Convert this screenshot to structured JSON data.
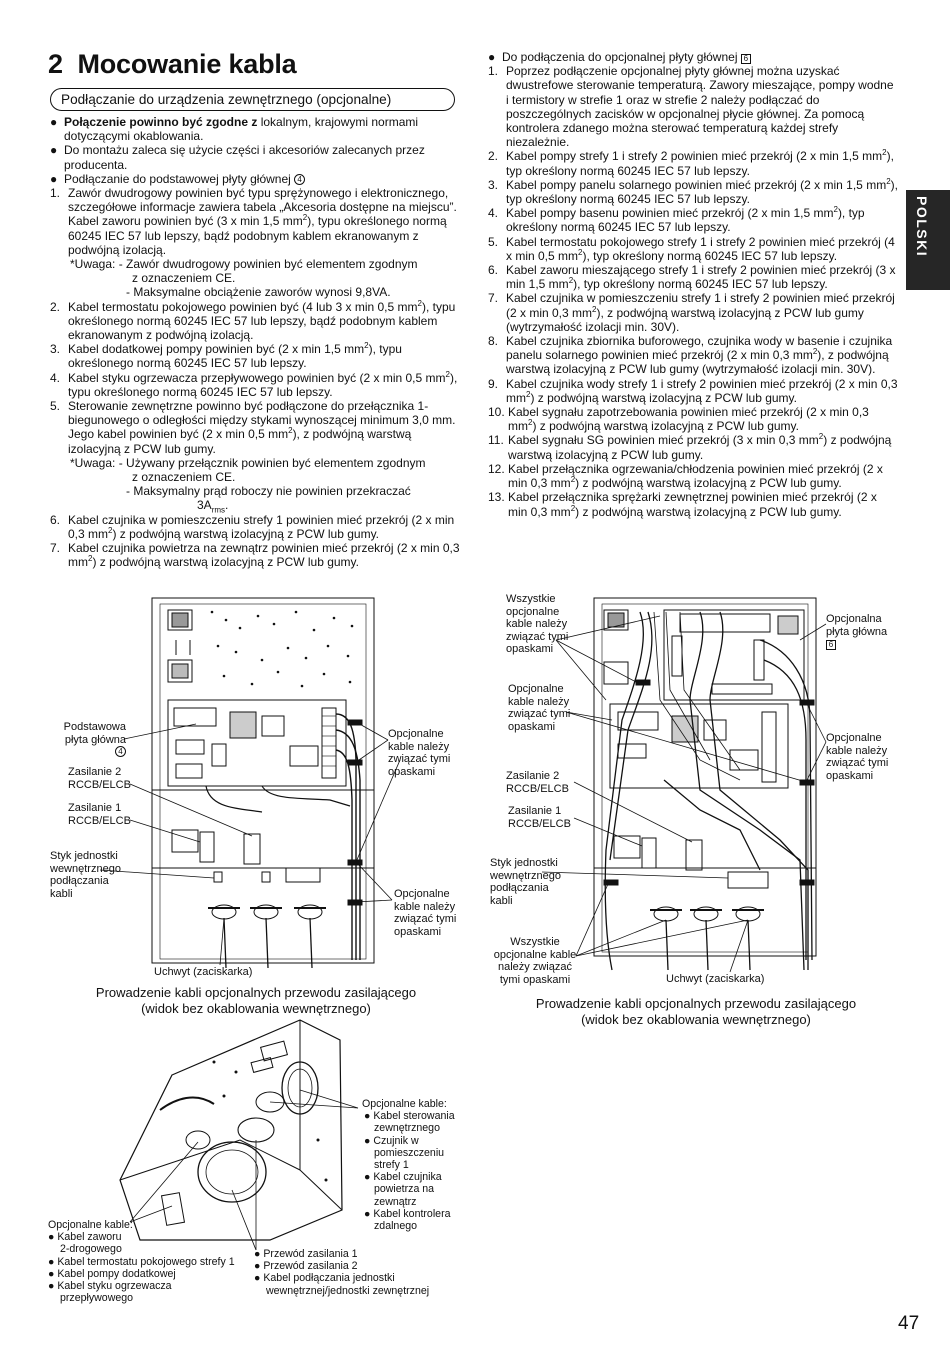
{
  "heading": {
    "num": "2",
    "title": "Mocowanie kabla"
  },
  "subheading": "Podłączanie do urządzenia zewnętrznego (opcjonalne)",
  "side_tab": "POLSKI",
  "page_number": "47",
  "left": {
    "b1_bold": "Połączenie powinno być zgodne z",
    "b1_rest": " lokalnym, krajowymi normami dotyczącymi okablowania.",
    "b2": "Do montażu zaleca się użycie części i akcesoriów zalecanych przez producenta.",
    "b3": "Podłączanie do podstawowej płyty głównej",
    "b3_ref": "4",
    "i1_n": "1.",
    "i1_a": "Zawór dwudrogowy powinien być typu sprężynowego i elektronicznego, szczegółowe informacje zawiera tabela „Akcesoria dostępne na miejscu”. Kabel zaworu powinien być (3 x min 1,5 mm",
    "i1_b": "), typu określonego normą 60245 IEC 57 lub lepszy, bądź podobnym kablem ekranowanym z podwójną izolacją.",
    "n1_a": "*Uwaga: - Zawór dwudrogowy powinien być elementem zgodnym",
    "n1_b": "z oznaczeniem CE.",
    "n1_c": "- Maksymalne obciążenie zaworów wynosi 9,8VA.",
    "i2_n": "2.",
    "i2_a": "Kabel termostatu pokojowego powinien być (4 lub 3 x min 0,5 mm",
    "i2_b": "), typu określonego normą 60245 IEC 57 lub lepszy, bądź podobnym kablem ekranowanym z podwójną izolacją.",
    "i3_n": "3.",
    "i3_a": "Kabel dodatkowej pompy powinien być (2 x min 1,5 mm",
    "i3_b": "), typu określonego normą 60245 IEC 57 lub lepszy.",
    "i4_n": "4.",
    "i4_a": "Kabel styku ogrzewacza przepływowego powinien być (2 x min 0,5 mm",
    "i4_b": "), typu określonego normą 60245 IEC 57 lub lepszy.",
    "i5_n": "5.",
    "i5_a": "Sterowanie zewnętrzne powinno być podłączone do przełącznika 1-biegunowego o odległości między stykami wynoszącej minimum 3,0 mm. Jego kabel powinien być (2 x min 0,5 mm",
    "i5_b": "), z podwójną warstwą izolacyjną z PCW lub gumy.",
    "n5_a": "*Uwaga: - Używany przełącznik powinien być elementem zgodnym",
    "n5_b": "z oznaczeniem CE.",
    "n5_c": "- Maksymalny prąd roboczy nie powinien przekraczać",
    "n5_d": "3A",
    "n5_sub": "rms",
    "n5_e": ".",
    "i6_n": "6.",
    "i6_a": "Kabel czujnika w pomieszczeniu strefy 1 powinien mieć przekrój (2 x min 0,3 mm",
    "i6_b": ") z podwójną warstwą izolacyjną z PCW lub gumy.",
    "i7_n": "7.",
    "i7_a": "Kabel czujnika powietrza na zewnątrz powinien mieć przekrój (2 x min 0,3 mm",
    "i7_b": ") z podwójną warstwą izolacyjną z PCW lub gumy."
  },
  "right": {
    "b1": "Do podłączenia do opcjonalnej płyty głównej",
    "b1_ref": "6",
    "r1_n": "1.",
    "r1": "Poprzez podłączenie opcjonalnej płyty głównej można uzyskać dwustrefowe sterowanie temperaturą. Zawory mieszające, pompy wodne i termistory w strefie 1 oraz w strefie 2 należy podłączać do poszczególnych zacisków w opcjonalnej płycie głównej. Za pomocą kontrolera zdanego można sterować temperaturą każdej strefy niezależnie.",
    "r2_n": "2.",
    "r2_a": "Kabel pompy strefy 1 i strefy 2 powinien mieć przekrój (2 x min 1,5 mm",
    "r2_b": "), typ określony normą 60245 IEC 57 lub lepszy.",
    "r3_n": "3.",
    "r3_a": "Kabel pompy panelu solarnego powinien mieć przekrój (2 x min 1,5 mm",
    "r3_b": "), typ określony normą 60245 IEC 57 lub lepszy.",
    "r4_n": "4.",
    "r4_a": "Kabel pompy basenu powinien mieć przekrój (2 x min 1,5 mm",
    "r4_b": "), typ określony normą 60245 IEC 57 lub lepszy.",
    "r5_n": "5.",
    "r5_a": "Kabel termostatu pokojowego strefy 1 i strefy 2 powinien mieć przekrój (4 x min 0,5 mm",
    "r5_b": "), typ określony normą 60245 IEC 57 lub lepszy.",
    "r6_n": "6.",
    "r6_a": "Kabel zaworu mieszającego strefy 1 i strefy 2 powinien mieć przekrój (3 x min 1,5 mm",
    "r6_b": "), typ określony normą 60245 IEC 57 lub lepszy.",
    "r7_n": "7.",
    "r7_a": "Kabel czujnika w pomieszczeniu strefy 1 i strefy 2 powinien mieć przekrój (2 x min 0,3 mm",
    "r7_b": "), z podwójną warstwą izolacyjną z PCW lub gumy (wytrzymałość izolacji min. 30V).",
    "r8_n": "8.",
    "r8": "Kabel czujnika zbiornika buforowego, czujnika wody w basenie i czujnika panelu solarnego powinien mieć przekrój (2 x min 0,3 mm",
    "r8_b": "), z podwójną warstwą izolacyjną z PCW lub gumy (wytrzymałość izolacji min. 30V).",
    "r9_n": "9.",
    "r9_a": "Kabel czujnika wody strefy 1 i strefy 2 powinien mieć przekrój (2 x min 0,3 mm",
    "r9_b": ") z podwójną warstwą izolacyjną z PCW lub gumy.",
    "r10_n": "10.",
    "r10_a": "Kabel sygnału zapotrzebowania powinien mieć przekrój (2 x min 0,3 mm",
    "r10_b": ") z podwójną warstwą izolacyjną z PCW lub gumy.",
    "r11_n": "11.",
    "r11_a": "Kabel sygnału SG powinien mieć przekrój (3 x min 0,3 mm",
    "r11_b": ") z podwójną warstwą izolacyjną z PCW lub gumy.",
    "r12_n": "12.",
    "r12_a": "Kabel przełącznika ogrzewania/chłodzenia powinien mieć przekrój (2 x min 0,3 mm",
    "r12_b": ") z podwójną warstwą izolacyjną z PCW lub gumy.",
    "r13_n": "13.",
    "r13_a": "Kabel przełącznika sprężarki zewnętrznej powinien mieć przekrój (2 x min 0,3 mm",
    "r13_b": ") z podwójną warstwą izolacyjną z PCW lub gumy."
  },
  "fig1": {
    "lbl_board_a": "Podstawowa",
    "lbl_board_b": "płyta główna",
    "lbl_board_ref": "4",
    "lbl_sup2_a": "Zasilanie 2",
    "lbl_sup2_b": "RCCB/ELCB",
    "lbl_sup1_a": "Zasilanie 1",
    "lbl_sup1_b": "RCCB/ELCB",
    "lbl_term_a": "Styk jednostki",
    "lbl_term_b": "wewnętrznego",
    "lbl_term_c": "podłączania",
    "lbl_term_d": "kabli",
    "lbl_opt1_a": "Opcjonalne",
    "lbl_opt1_b": "kable należy",
    "lbl_opt1_c": "związać tymi",
    "lbl_opt1_d": "opaskami",
    "lbl_opt2_a": "Opcjonalne",
    "lbl_opt2_b": "kable należy",
    "lbl_opt2_c": "związać tymi",
    "lbl_opt2_d": "opaskami",
    "lbl_holder": "Uchwyt (zaciskarka)",
    "cap_a": "Prowadzenie kabli opcjonalnych przewodu zasilającego",
    "cap_b": "(widok bez okablowania wewnętrznego)"
  },
  "fig2": {
    "lbl_all1_a": "Wszystkie",
    "lbl_all1_b": "opcjonalne",
    "lbl_all1_c": "kable należy",
    "lbl_all1_d": "związać tymi",
    "lbl_all1_e": "opaskami",
    "lbl_optb_a": "Opcjonalna",
    "lbl_optb_b": "płyta główna",
    "lbl_optb_ref": "6",
    "lbl_opt3_a": "Opcjonalne",
    "lbl_opt3_b": "kable należy",
    "lbl_opt3_c": "związać tymi",
    "lbl_opt3_d": "opaskami",
    "lbl_opt4_a": "Opcjonalne",
    "lbl_opt4_b": "kable należy",
    "lbl_opt4_c": "związać tymi",
    "lbl_opt4_d": "opaskami",
    "lbl_sup2_a": "Zasilanie 2",
    "lbl_sup2_b": "RCCB/ELCB",
    "lbl_sup1_a": "Zasilanie 1",
    "lbl_sup1_b": "RCCB/ELCB",
    "lbl_term_a": "Styk jednostki",
    "lbl_term_b": "wewnętrznego",
    "lbl_term_c": "podłączania",
    "lbl_term_d": "kabli",
    "lbl_all2_a": "Wszystkie",
    "lbl_all2_b": "opcjonalne kable",
    "lbl_all2_c": "należy związać",
    "lbl_all2_d": "tymi opaskami",
    "lbl_holder": "Uchwyt (zaciskarka)",
    "cap_a": "Prowadzenie kabli opcjonalnych przewodu zasilającego",
    "cap_b": "(widok bez okablowania wewnętrznego)"
  },
  "fig3": {
    "rt_title": "Opcjonalne kable:",
    "rt_1a": "Kabel sterowania",
    "rt_1b": "zewnętrznego",
    "rt_2a": "Czujnik w",
    "rt_2b": "pomieszczeniu",
    "rt_2c": "strefy 1",
    "rt_3a": "Kabel czujnika",
    "rt_3b": "powietrza na",
    "rt_3c": "zewnątrz",
    "rt_4a": "Kabel kontrolera",
    "rt_4b": "zdalnego",
    "lt_title": "Opcjonalne kable:",
    "lt_1a": "Kabel zaworu",
    "lt_1b": "2-drogowego",
    "lt_2": "Kabel termostatu pokojowego strefy 1",
    "lt_3": "Kabel pompy dodatkowej",
    "lt_4a": "Kabel styku ogrzewacza",
    "lt_4b": "przepływowego",
    "md_1": "Przewód zasilania 1",
    "md_2": "Przewód zasilania 2",
    "md_3a": "Kabel podłączania jednostki",
    "md_3b": "wewnętrznej/jednostki zewnętrznej"
  }
}
